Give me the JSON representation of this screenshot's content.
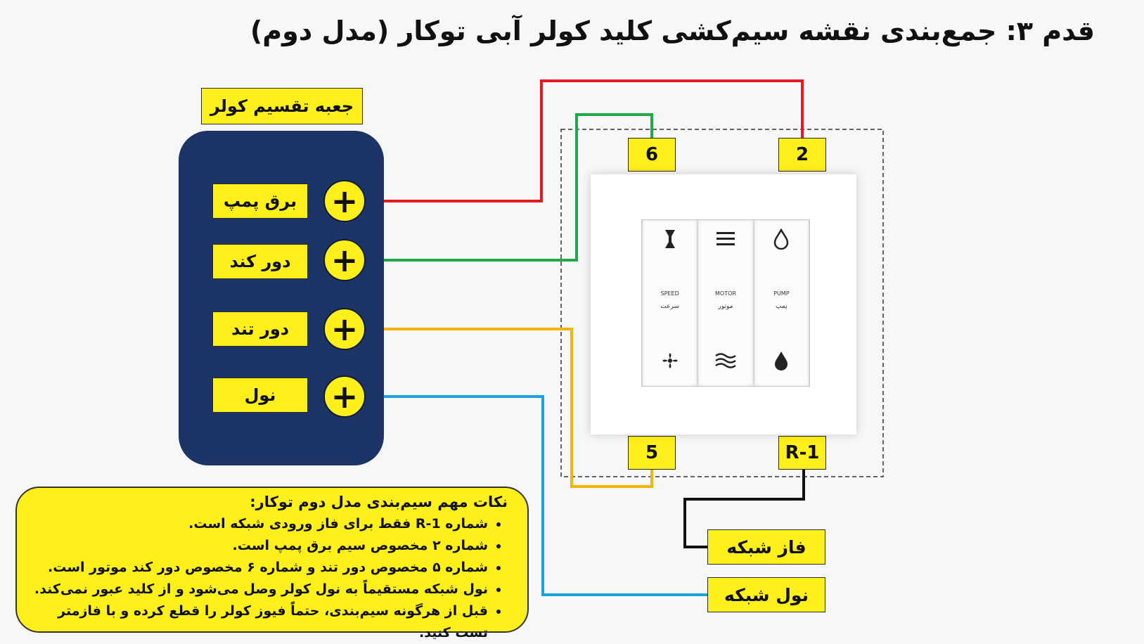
{
  "title": "قدم ۳: جمع‌بندی نقشه سیم‌کشی کلید کولر آبی توکار (مدل دوم)",
  "distribution_box": {
    "label": "جعبه تقسیم کولر",
    "terminals": [
      {
        "label": "برق پمپ",
        "symbol": "+",
        "wire_color": "#e01b24"
      },
      {
        "label": "دور کند",
        "symbol": "+",
        "wire_color": "#1faa4a"
      },
      {
        "label": "دور تند",
        "symbol": "+",
        "wire_color": "#f5b400"
      },
      {
        "label": "نول",
        "symbol": "+",
        "wire_color": "#1ba3e0"
      }
    ]
  },
  "switch": {
    "terminals": {
      "t6": "6",
      "t2": "2",
      "t5": "5",
      "t1r": "1-R"
    },
    "buttons": [
      {
        "en": "SPEED",
        "fa": "سرعت",
        "top_icon": "speed-icon",
        "bottom_icon": "fan-icon"
      },
      {
        "en": "MOTOR",
        "fa": "موتور",
        "top_icon": "menu-lines-icon",
        "bottom_icon": "waves-icon"
      },
      {
        "en": "PUMP",
        "fa": "پمپ",
        "top_icon": "drop-outline-icon",
        "bottom_icon": "drop-filled-icon"
      }
    ]
  },
  "grid": {
    "phase": "فاز شبکه",
    "neutral": "نول شبکه",
    "phase_wire_color": "#111111"
  },
  "notes": {
    "title": "نکات مهم سیم‌بندی مدل دوم توکار:",
    "items": [
      "شماره R-1 فقط برای فاز ورودی شبکه است.",
      "شماره ۲ مخصوص سیم برق پمپ است.",
      "شماره ۵ مخصوص دور تند و شماره ۶ مخصوص دور کند موتور است.",
      "نول شبکه مستقیماً به نول کولر وصل می‌شود و از کلید عبور نمی‌کند.",
      "قبل از هرگونه سیم‌بندی، حتماً فیوز کولر را قطع کرده و با فازمتر تست کنید."
    ]
  }
}
